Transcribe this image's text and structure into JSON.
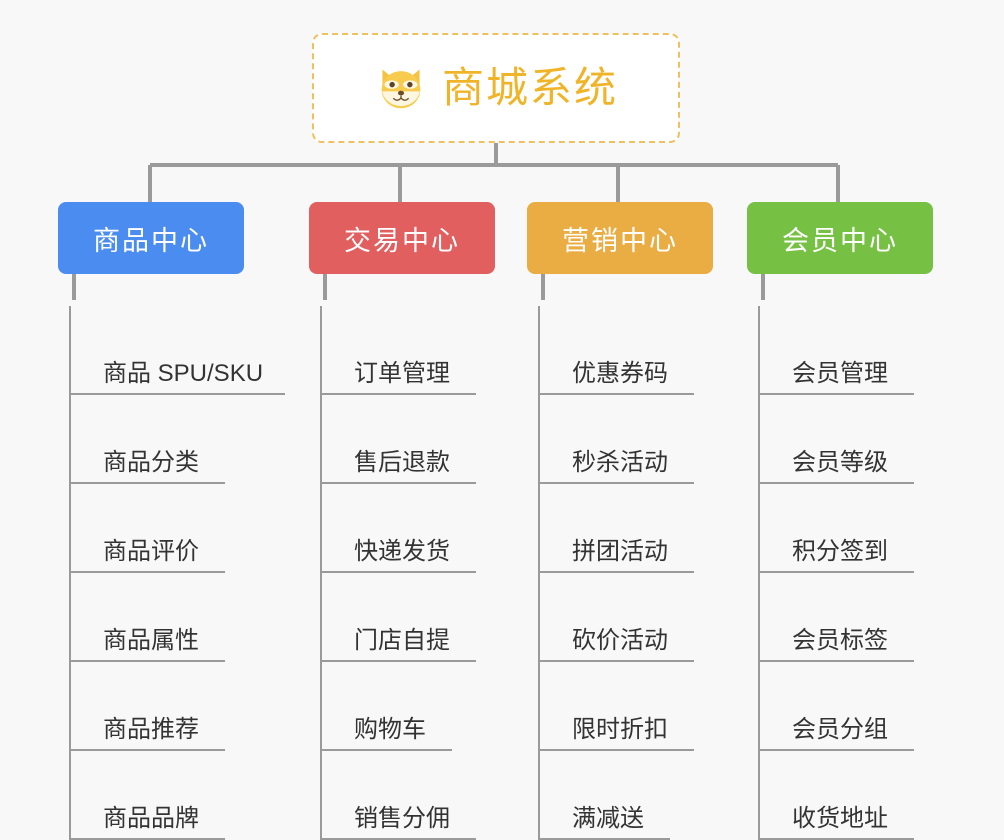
{
  "page": {
    "background_color": "#f8f8f8",
    "line_color": "#9a9a9a"
  },
  "root": {
    "title": "商城系统",
    "icon": "shiba-dog-icon",
    "text_color": "#f0b429",
    "border_color": "#f0c060",
    "background_color": "#ffffff"
  },
  "columns": [
    {
      "header": "商品中心",
      "color": "#4a8cf0",
      "items": [
        "商品 SPU/SKU",
        "商品分类",
        "商品评价",
        "商品属性",
        "商品推荐",
        "商品品牌"
      ]
    },
    {
      "header": "交易中心",
      "color": "#e25f5f",
      "items": [
        "订单管理",
        "售后退款",
        "快递发货",
        "门店自提",
        "购物车",
        "销售分佣"
      ]
    },
    {
      "header": "营销中心",
      "color": "#e9ad44",
      "items": [
        "优惠券码",
        "秒杀活动",
        "拼团活动",
        "砍价活动",
        "限时折扣",
        "满减送"
      ]
    },
    {
      "header": "会员中心",
      "color": "#76c043",
      "items": [
        "会员管理",
        "会员等级",
        "积分签到",
        "会员标签",
        "会员分组",
        "收货地址"
      ]
    }
  ]
}
